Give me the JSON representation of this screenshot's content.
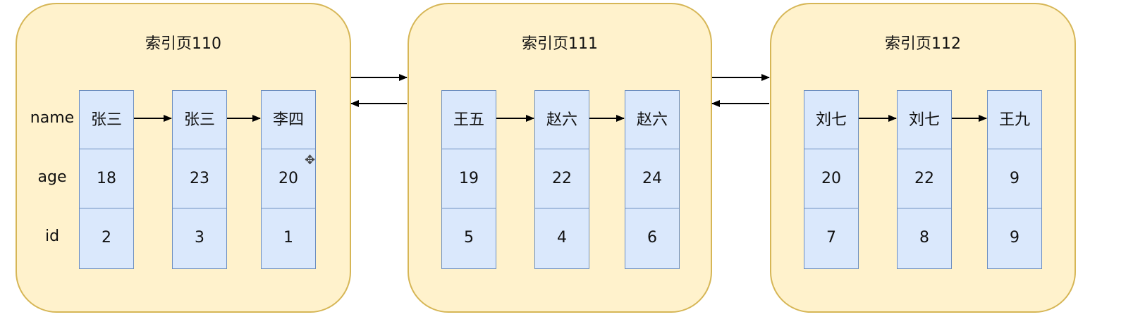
{
  "row_labels": [
    "name",
    "age",
    "id"
  ],
  "pages": [
    {
      "title": "索引页110",
      "records": [
        {
          "name": "张三",
          "age": "18",
          "id": "2"
        },
        {
          "name": "张三",
          "age": "23",
          "id": "3"
        },
        {
          "name": "李四",
          "age": "20",
          "id": "1"
        }
      ]
    },
    {
      "title": "索引页111",
      "records": [
        {
          "name": "王五",
          "age": "19",
          "id": "5"
        },
        {
          "name": "赵六",
          "age": "22",
          "id": "4"
        },
        {
          "name": "赵六",
          "age": "24",
          "id": "6"
        }
      ]
    },
    {
      "title": "索引页112",
      "records": [
        {
          "name": "刘七",
          "age": "20",
          "id": "7"
        },
        {
          "name": "刘七",
          "age": "22",
          "id": "8"
        },
        {
          "name": "王九",
          "age": "9",
          "id": "9"
        }
      ]
    }
  ],
  "colors": {
    "page_fill": "#fff2cc",
    "page_border": "#d6b656",
    "cell_fill": "#dae8fc",
    "cell_border": "#6c8ebf",
    "arrow": "#000000"
  },
  "icons": {
    "cursor": "move-cursor-icon"
  }
}
